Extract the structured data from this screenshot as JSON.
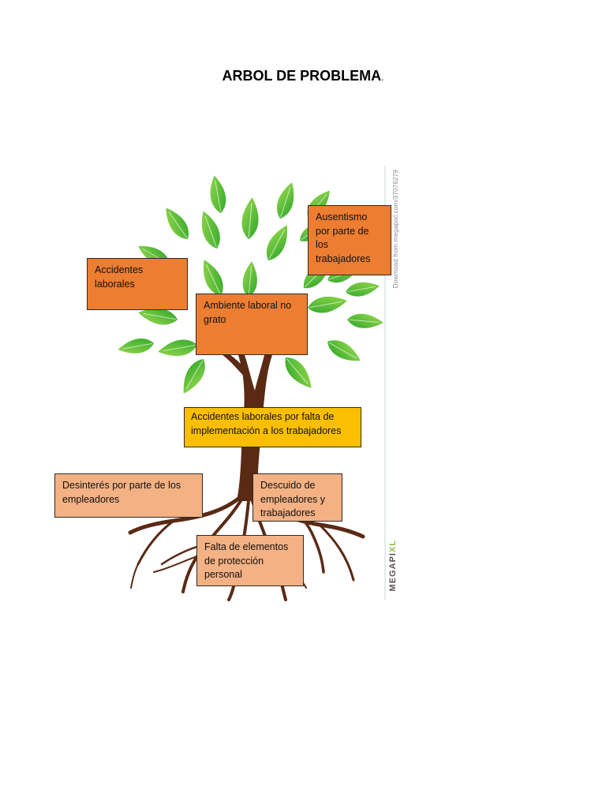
{
  "title": "ARBOL DE PROBLEMA",
  "title_dot": ".",
  "watermark": {
    "download_text": "Download from megapixl.com/37076279",
    "brand_main": "MEGAPI",
    "brand_accent": "XL"
  },
  "effects": [
    {
      "id": "ausentismo",
      "label": "Ausentismo por parte de los trabajadores"
    },
    {
      "id": "accidentes",
      "label": "Accidentes laborales"
    },
    {
      "id": "ambiente",
      "label": "Ambiente laboral no grato"
    }
  ],
  "problem": {
    "label": "Accidentes laborales por falta de implementación a los trabajadores"
  },
  "causes": [
    {
      "id": "desinteres",
      "label": "Desinterés por parte de los empleadores"
    },
    {
      "id": "descuido",
      "label": "Descuido de empleadores y trabajadores"
    },
    {
      "id": "falta",
      "label": "Falta de elementos de protección personal"
    }
  ],
  "colors": {
    "effect_box": "#ed7d31",
    "problem_box": "#fbbf00",
    "cause_box": "#f4b183",
    "leaf": "#3fb52a",
    "leaf_light": "#8fd64c",
    "trunk": "#5a2a14"
  }
}
